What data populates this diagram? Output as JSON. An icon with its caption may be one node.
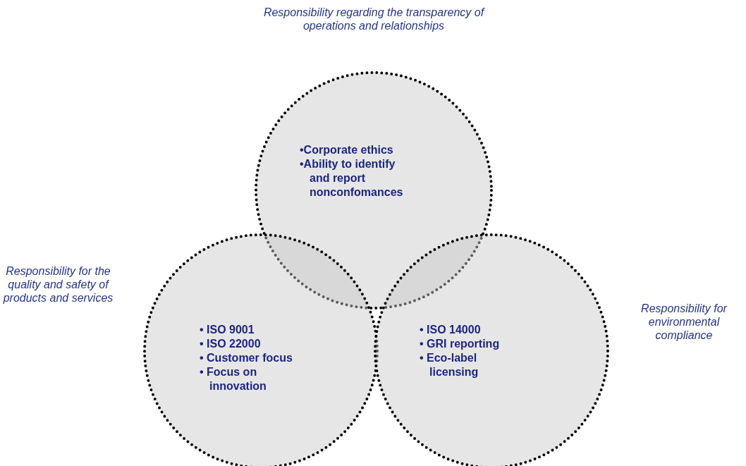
{
  "diagram": {
    "nodes": [
      {
        "text": [
          "Responsibility regarding the transparency of operations and relationships",
          "•Corporate ethics",
          "•Ability to identify and report nonconfomances"
        ]
      },
      {
        "text": [
          "Responsibility for the quality and safety of products and services",
          "• ISO 9001",
          "• ISO 22000",
          "• Customer focus",
          "• Focus on innovation"
        ]
      },
      {
        "text": [
          "Responsibility for environmental compliance",
          "• ISO 14000",
          "• GRI reporting",
          "• Eco-label licensing"
        ]
      }
    ]
  }
}
